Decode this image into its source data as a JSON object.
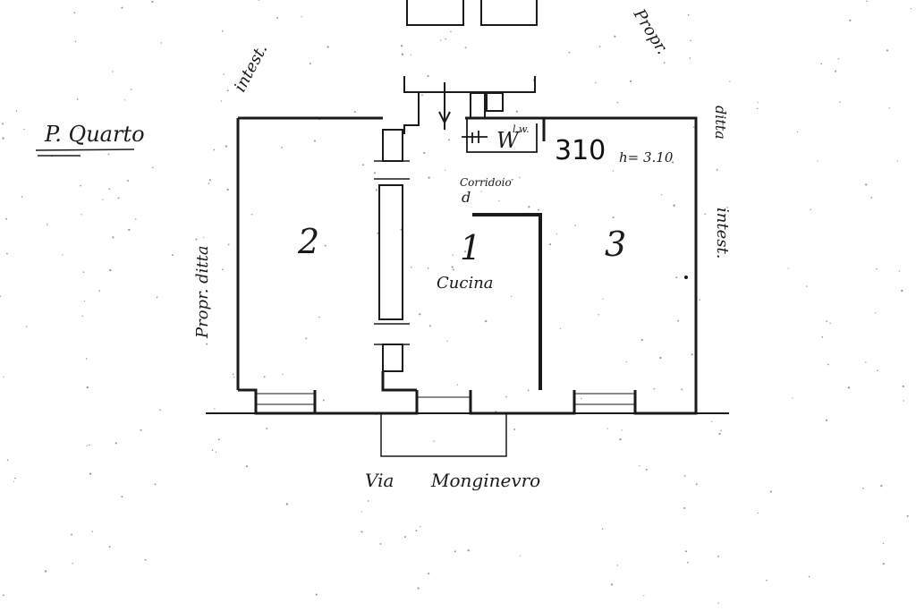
{
  "floor_label": "P. Quarto",
  "room_number": "310",
  "ceiling_height": "h= 3.10",
  "rooms": [
    {
      "num": "2",
      "name": ""
    },
    {
      "num": "1",
      "name": "Cucina"
    },
    {
      "num": "3",
      "name": ""
    }
  ],
  "corridor_label": "Corridoio",
  "wc_label": "W",
  "wc_small": "l.w.",
  "street": {
    "prefix": "Via",
    "name": "Monginevro"
  },
  "neighbors": {
    "top_left": "intest.",
    "top_right": "Propr.",
    "left": "Propr. ditta",
    "right_top": "ditta",
    "right_bottom": "intest."
  },
  "colors": {
    "ink": "#1a1a1a",
    "paper": "#ffffff",
    "dots": "#9a9a9a"
  }
}
